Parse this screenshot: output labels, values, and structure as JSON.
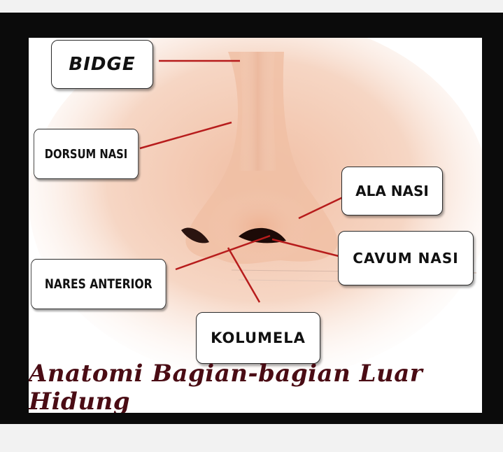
{
  "labels": {
    "bidge": "BIDGE",
    "dorsum_nasi": "DORSUM NASI",
    "ala_nasi": "ALA NASI",
    "cavum_nasi": "CAVUM NASI",
    "nares_anterior": "NARES ANTERIOR",
    "kolumela": "KOLUMELA"
  },
  "caption": "Anatomi Bagian-bagian Luar Hidung",
  "colors": {
    "leader_line": "#b71c1c",
    "caption": "#4a0c14",
    "skin": "#f2c6ad",
    "frame": "#0b0b0b"
  }
}
